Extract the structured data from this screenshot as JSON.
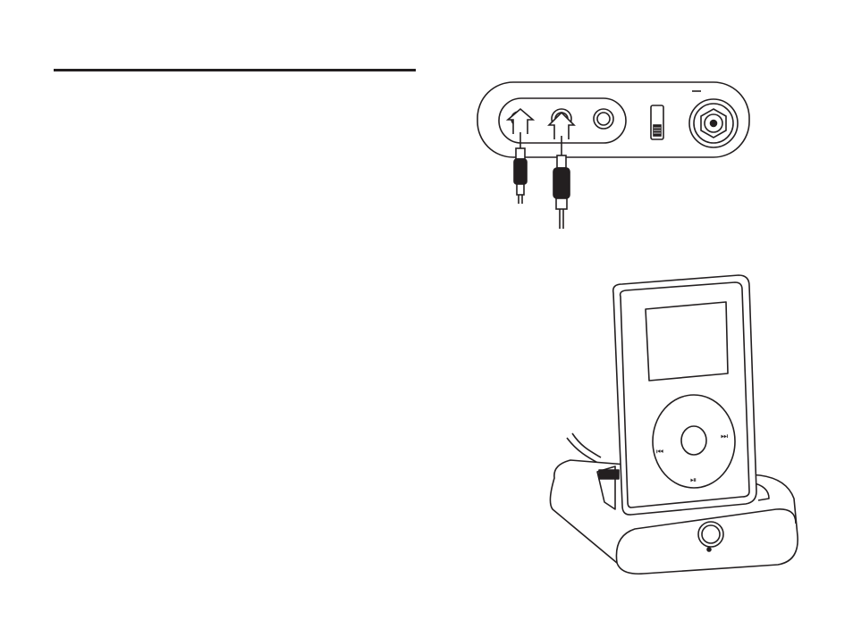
{
  "document": {
    "section_rule": true
  },
  "figures": {
    "panel": {
      "description_icon": "connector-panel-icon",
      "jacks": [
        "jack-1",
        "jack-2",
        "jack-3"
      ],
      "switch_icon": "slide-switch-icon",
      "coax_icon": "coax-connector-icon"
    },
    "dock": {
      "player_icon": "media-player-icon",
      "wheel_glyphs": {
        "prev": "⏮",
        "next": "⏭",
        "play_pause": "⏯"
      }
    }
  },
  "colors": {
    "ink": "#231f20",
    "paper": "#ffffff"
  }
}
